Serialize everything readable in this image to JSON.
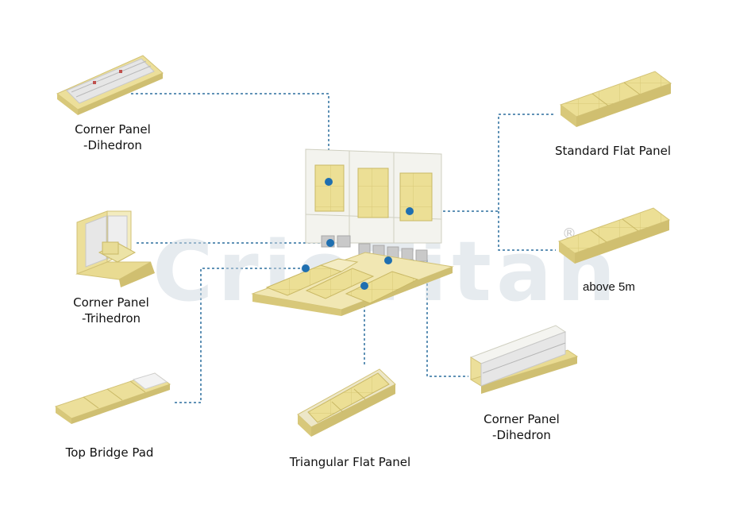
{
  "labels": {
    "corner_dihedron_top": [
      "Corner Panel",
      "-Dihedron"
    ],
    "standard_flat": "Standard Flat Panel",
    "corner_trihedron": [
      "Corner Panel",
      "-Trihedron"
    ],
    "above_5m": "above 5m",
    "top_bridge": "Top Bridge Pad",
    "triangular_flat": "Triangular Flat Panel",
    "corner_dihedron_bottom": [
      "Corner Panel",
      "-Dihedron"
    ]
  },
  "watermark": {
    "text": "CrioTitan",
    "registered": "®"
  },
  "colors": {
    "connector": "#2b6f9e",
    "dot": "#1f6fb0",
    "panel_top": "#eadc8e",
    "panel_side": "#d8c87a",
    "panel_edge": "#c9b865",
    "frame": "#efefe8",
    "frame_stroke": "#cfcfc0",
    "block": "#f0e2a0",
    "steel": "#bdbdbd"
  }
}
